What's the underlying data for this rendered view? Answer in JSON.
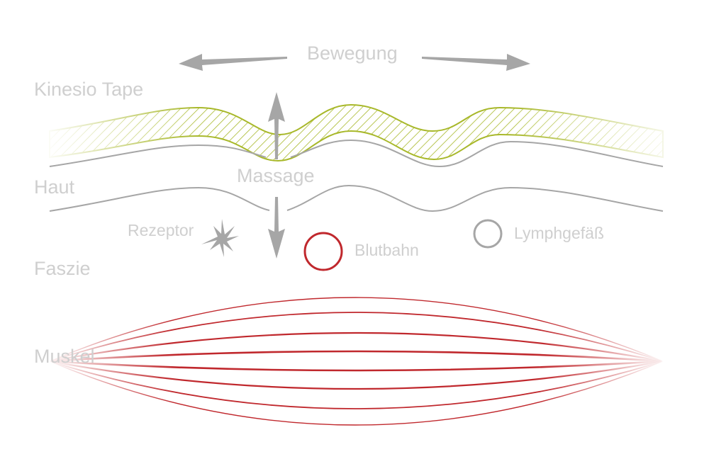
{
  "labels": {
    "movement": "Bewegung",
    "tape": "Kinesio Tape",
    "skin": "Haut",
    "massage": "Massage",
    "receptor": "Rezeptor",
    "bloodstream": "Blutbahn",
    "lymph": "Lymphgefäß",
    "fascia": "Faszie",
    "muscle": "Muskel"
  },
  "colors": {
    "tape": "#a8b82a",
    "gray": "#a6a6a6",
    "red": "#c0282d",
    "label": "#cfcfcf"
  }
}
